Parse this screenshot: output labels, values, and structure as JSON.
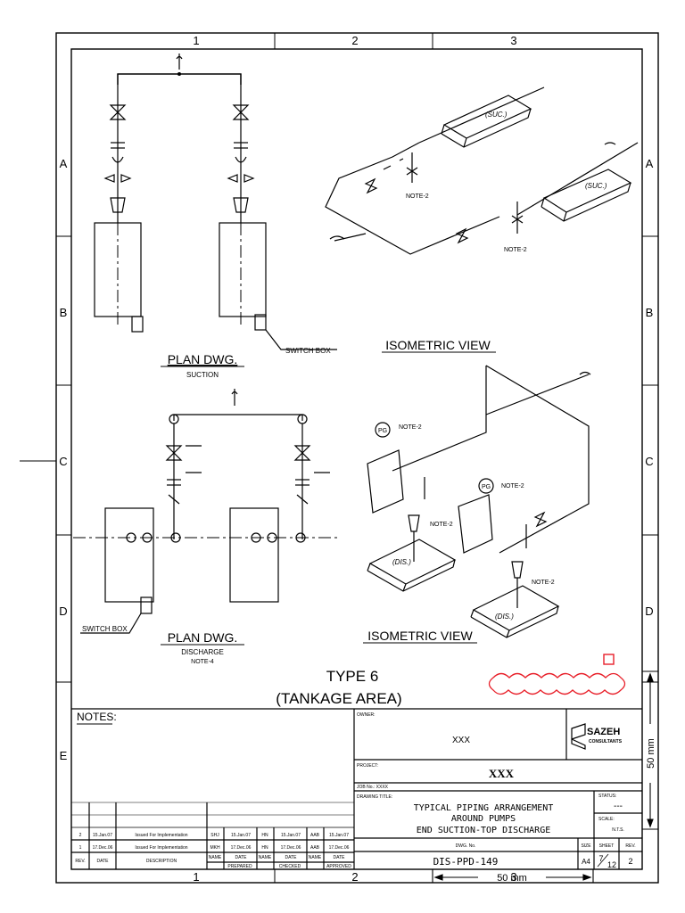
{
  "border": {
    "columns": [
      "1",
      "2",
      "3"
    ],
    "rows": [
      "A",
      "B",
      "C",
      "D",
      "E"
    ]
  },
  "views": {
    "plan_suction": {
      "title": "PLAN DWG.",
      "subtitle": "SUCTION",
      "switch_box": "SWITCH BOX"
    },
    "iso_suction": {
      "title": "ISOMETRIC VIEW",
      "tags": [
        "(SUC.)",
        "(SUC.)"
      ],
      "notes": [
        "NOTE-2",
        "NOTE-2"
      ]
    },
    "plan_discharge": {
      "title": "PLAN DWG.",
      "subtitle": "DISCHARGE",
      "note": "NOTE-4",
      "switch_box": "SWITCH BOX"
    },
    "iso_discharge": {
      "title": "ISOMETRIC VIEW",
      "tags": [
        "(DIS.)",
        "(DIS.)"
      ],
      "notes": [
        "NOTE-2",
        "NOTE-2",
        "NOTE-2",
        "NOTE-2"
      ],
      "gauges": [
        "PG",
        "PG"
      ]
    }
  },
  "type_label": {
    "line1": "TYPE 6",
    "line2": "(TANKAGE AREA)"
  },
  "colors": {
    "revision_cloud": "#e8202a",
    "ink": "#000000"
  },
  "title_block": {
    "notes_heading": "NOTES:",
    "owner_label": "OWNER:",
    "owner_value": "XXX",
    "company": "SAZEH",
    "company_sub": "CONSULTANTS",
    "project_label": "PROJECT:",
    "project_value": "XXX",
    "job_label": "JOB No.: XXXX",
    "drawing_title_label": "DRAWING TITLE:",
    "drawing_title": [
      "TYPICAL PIPING ARRANGEMENT",
      "AROUND PUMPS",
      "END SUCTION-TOP DISCHARGE"
    ],
    "status_label": "STATUS:",
    "status_value": "---",
    "scale_label": "SCALE:",
    "scale_value": "N.T.S.",
    "dwg_no_label": "DWG. No.",
    "dwg_no": "DIS-PPD-149",
    "size_label": "SIZE",
    "size_value": "A4",
    "sheet_label": "SHEET",
    "sheet_num": "7",
    "sheet_of": "12",
    "rev_label": "REV.",
    "rev_value": "2",
    "rev_headers": [
      "REV.",
      "DATE",
      "DESCRIPTION",
      "NAME",
      "DATE",
      "NAME",
      "DATE",
      "NAME",
      "DATE"
    ],
    "rev_groups": [
      "PREPARED",
      "CHECKED",
      "APPROVED"
    ],
    "revisions": [
      [
        "2",
        "15.Jan.07",
        "Issued For Implementation",
        "SHJ",
        "15.Jan.07",
        "HN",
        "15.Jan.07",
        "AAB",
        "15.Jan.07"
      ],
      [
        "1",
        "17.Dec.06",
        "Issued For Implementation",
        "MKH",
        "17.Dec.06",
        "HN",
        "17.Dec.06",
        "AAB",
        "17.Dec.06"
      ]
    ],
    "scale_bar_label": "50 mm",
    "side_scale_label": "50 mm"
  }
}
